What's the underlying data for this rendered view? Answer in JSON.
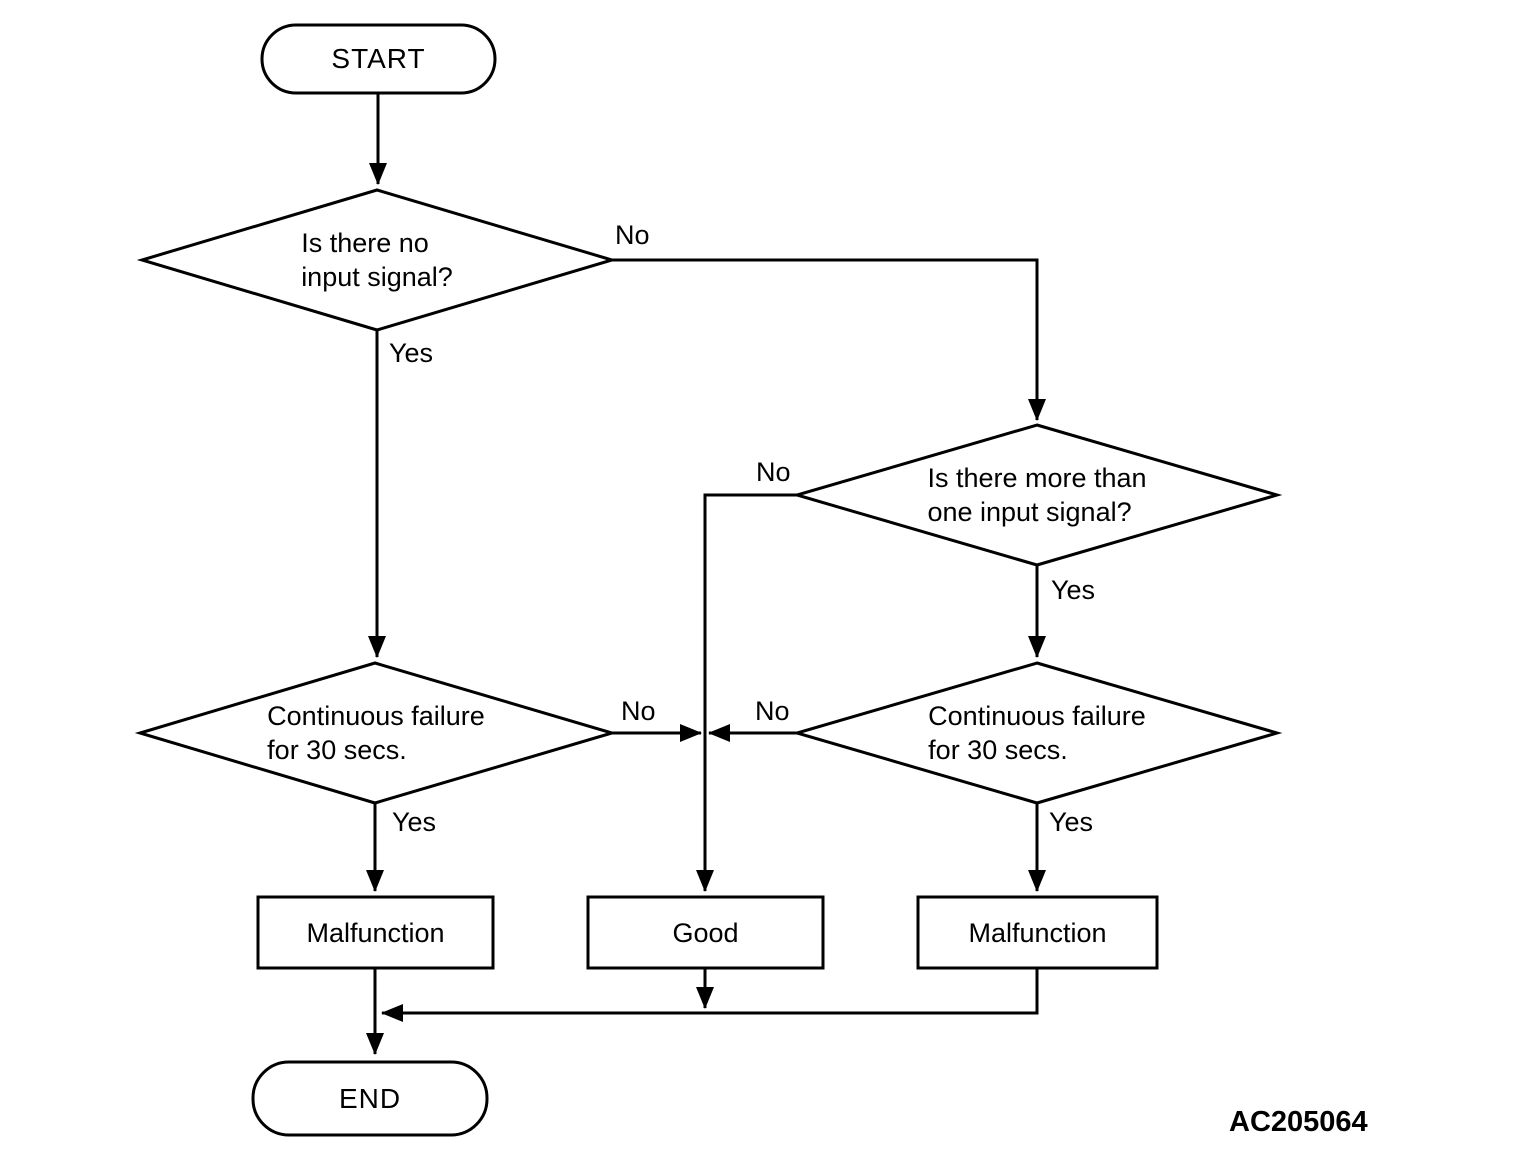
{
  "figure": {
    "code": "AC205064"
  },
  "colors": {
    "line": "#000000",
    "background": "#ffffff",
    "text": "#000000"
  },
  "nodes": {
    "start": {
      "label": "START"
    },
    "decision_no_input": {
      "line1": "Is there no",
      "line2": "input signal?"
    },
    "decision_more_than_one": {
      "line1": "Is there more than",
      "line2": "one input signal?"
    },
    "decision_failure_left": {
      "line1": "Continuous failure",
      "line2": "for 30 secs."
    },
    "decision_failure_right": {
      "line1": "Continuous failure",
      "line2": "for 30 secs."
    },
    "malfunction_left": {
      "label": "Malfunction"
    },
    "good": {
      "label": "Good"
    },
    "malfunction_right": {
      "label": "Malfunction"
    },
    "end": {
      "label": "END"
    }
  },
  "edge_labels": {
    "d1_no": "No",
    "d1_yes": "Yes",
    "d2_no": "No",
    "d2_yes": "Yes",
    "d3_no": "No",
    "d3_yes": "Yes",
    "d4_no": "No",
    "d4_yes": "Yes"
  }
}
